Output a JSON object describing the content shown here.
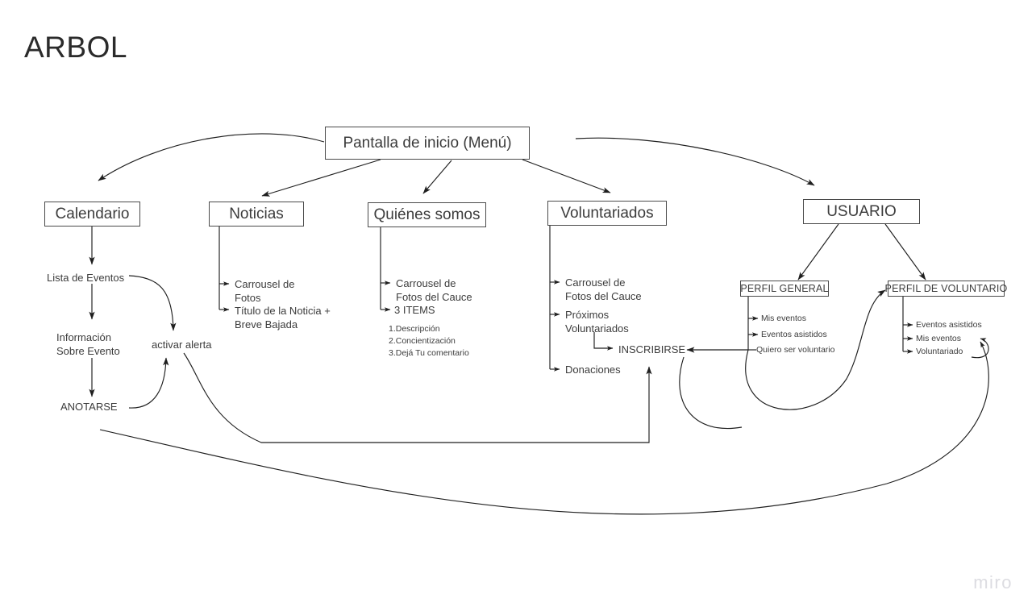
{
  "page": {
    "title": "ARBOL",
    "watermark": "miro",
    "background": "#ffffff",
    "line_color": "#1f1f1f",
    "box_border": "#4a4a4a",
    "text_color": "#3c3c3c",
    "watermark_color": "#dcdce1"
  },
  "nodes": {
    "root": {
      "label": "Pantalla de inicio (Menú)"
    },
    "calendario": {
      "label": "Calendario"
    },
    "noticias": {
      "label": "Noticias"
    },
    "quienes": {
      "label": "Quiénes somos"
    },
    "voluntariados": {
      "label": "Voluntariados"
    },
    "usuario": {
      "label": "USUARIO"
    },
    "perfil_general": {
      "label": "PERFIL GENERAL"
    },
    "perfil_voluntario": {
      "label": "PERFIL DE VOLUNTARIO"
    }
  },
  "branches": {
    "calendario": {
      "items": [
        {
          "label": "Lista de Eventos"
        },
        {
          "label": "Información\nSobre Evento"
        },
        {
          "label": "ANOTARSE"
        },
        {
          "label": "activar alerta"
        }
      ]
    },
    "noticias": {
      "items": [
        {
          "label": "Carrousel de\nFotos"
        },
        {
          "label": "Título de la Noticia +\nBreve Bajada"
        }
      ]
    },
    "quienes": {
      "items": [
        {
          "label": "Carrousel de\nFotos del Cauce"
        },
        {
          "label": "3 ITEMS"
        }
      ],
      "subitems": [
        {
          "label": "1.Descripción"
        },
        {
          "label": "2.Concientización"
        },
        {
          "label": "3.Dejá Tu comentario"
        }
      ]
    },
    "voluntariados": {
      "items": [
        {
          "label": "Carrousel de\nFotos del Cauce"
        },
        {
          "label": "Próximos\nVoluntariados"
        },
        {
          "label": "Donaciones"
        },
        {
          "label": "INSCRIBIRSE"
        }
      ]
    },
    "perfil_general": {
      "items": [
        {
          "label": "Mis eventos"
        },
        {
          "label": "Eventos asistidos"
        },
        {
          "label": "Quiero ser voluntario"
        }
      ]
    },
    "perfil_voluntario": {
      "items": [
        {
          "label": "Eventos asistidos"
        },
        {
          "label": "Mis eventos"
        },
        {
          "label": "Voluntariado"
        }
      ]
    }
  }
}
